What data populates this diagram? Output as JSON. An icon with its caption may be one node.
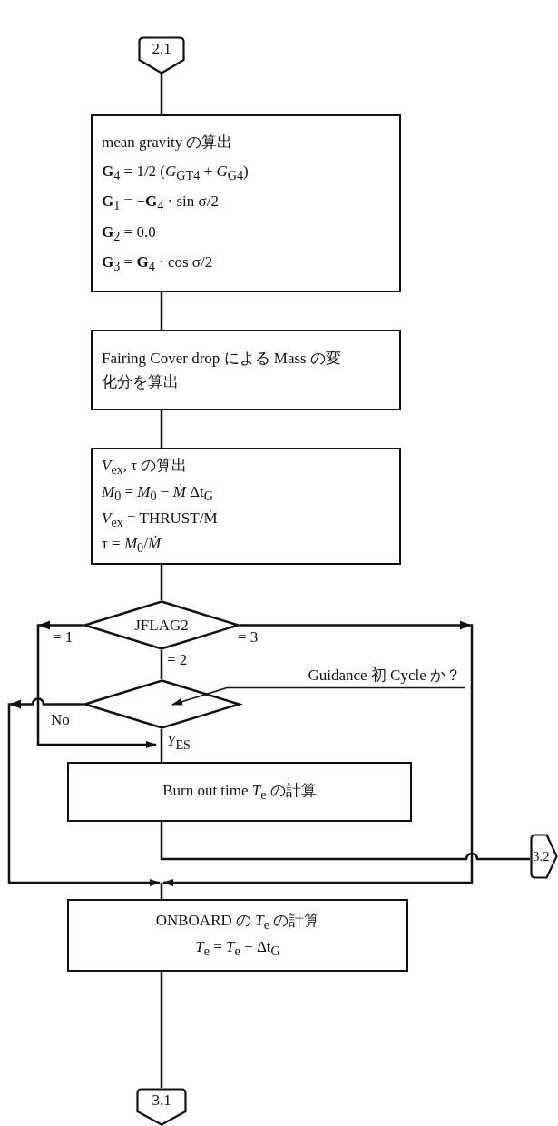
{
  "diagram": {
    "nodes": [
      {
        "text": [
          "2.1"
        ]
      },
      {
        "text": [
          "mean gravity の算出",
          "**G**$_{4}$ = 1/2 (*G*$_{GT4}$ + *G*$_{G4}$)",
          "**G**$_{1}$ = −**G**$_{4}$ · sin σ/2",
          "**G**$_{2}$ = 0.0",
          "**G**$_{3}$ = **G**$_{4}$ · cos σ/2"
        ]
      },
      {
        "text": [
          "Fairing Cover drop による Mass の変化分を算出"
        ]
      },
      {
        "text": [
          "*V*$_{ex}$, τ の算出",
          "*M*$_{0}$ = *M*$_{0}$ − *Ṁ* Δt$_{G}$",
          "*V*$_{ex}$ = THRUST/Ṁ",
          "τ = *M*$_{0}$/*Ṁ*"
        ]
      },
      {
        "text": [
          "JFLAG2"
        ]
      },
      {
        "text": [],
        "shape": "diamond"
      },
      {
        "text": [
          "Guidance 初 Cycle か？"
        ]
      },
      {
        "text": [
          "Burn out time *T*$_{e}$ の計算"
        ]
      },
      {
        "text": [
          "3.2"
        ]
      },
      {
        "text": [
          "ONBOARD の *T*$_{e}$ の計算",
          "*T*$_{e}$ = *T*$_{e}$ − Δt$_{G}$"
        ]
      },
      {
        "text": [
          "3.1"
        ]
      }
    ],
    "edges": [
      {
        "from": 0,
        "to": 1,
        "arrow": "none"
      },
      {
        "from": 1,
        "to": 2,
        "arrow": "none"
      },
      {
        "from": 2,
        "to": 3,
        "arrow": "none"
      },
      {
        "from": 3,
        "to": 4,
        "arrow": "none"
      },
      {
        "from": 4,
        "to": 7,
        "arrow": "to",
        "label": "= 1"
      },
      {
        "from": 4,
        "to": 5,
        "arrow": "none",
        "label": "= 2"
      },
      {
        "from": 4,
        "to": 9,
        "arrow": "to",
        "label": "= 3"
      },
      {
        "from": 5,
        "to": 9,
        "arrow": "to",
        "label": "No"
      },
      {
        "from": 5,
        "to": 7,
        "arrow": "none",
        "label": "*Y*$_{ES}$"
      },
      {
        "from": 7,
        "to": 8,
        "arrow": "none"
      },
      {
        "from": 9,
        "to": 10,
        "arrow": "none"
      },
      {
        "from": 6,
        "to": 5,
        "arrow": "to"
      }
    ]
  }
}
